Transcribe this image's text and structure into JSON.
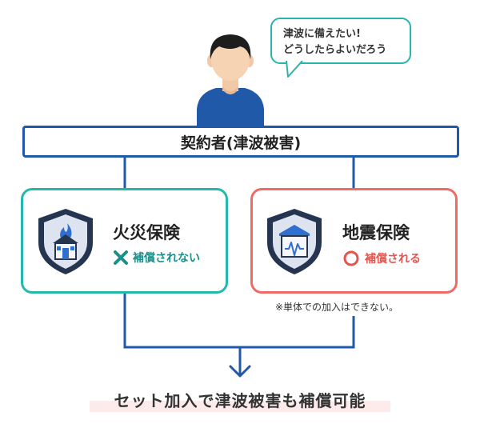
{
  "speech_bubble": {
    "line1": "津波に備えたい!",
    "line2": "どうしたらよいだろう"
  },
  "banner": {
    "label": "契約者(津波被害)"
  },
  "fire_insurance": {
    "title": "火災保険",
    "status": "補償されない"
  },
  "earthquake_insurance": {
    "title": "地震保険",
    "status": "補償される",
    "note": "※単体での加入はできない。"
  },
  "result": {
    "text": "セット加入で津波被害も補償可能"
  },
  "colors": {
    "navy": "#1f59a8",
    "teal": "#25b9ad",
    "coral": "#ef6c66",
    "highlight": "#fcebea"
  }
}
